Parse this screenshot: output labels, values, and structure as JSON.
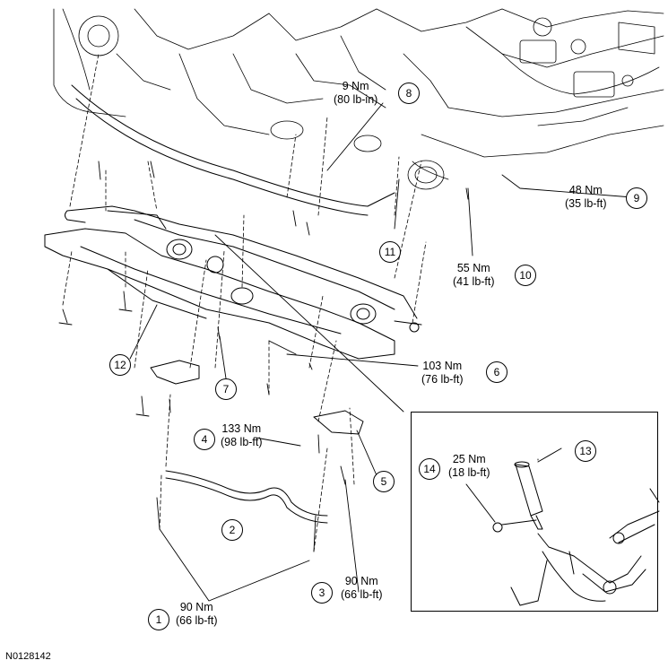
{
  "figure_id": "N0128142",
  "callouts": [
    {
      "num": "1",
      "torque_nm": "90 Nm",
      "torque_imp": "(66 lb-ft)"
    },
    {
      "num": "2"
    },
    {
      "num": "3",
      "torque_nm": "90 Nm",
      "torque_imp": "(66 lb-ft)"
    },
    {
      "num": "4",
      "torque_nm": "133 Nm",
      "torque_imp": "(98 lb-ft)"
    },
    {
      "num": "5"
    },
    {
      "num": "6",
      "torque_nm": "103 Nm",
      "torque_imp": "(76 lb-ft)"
    },
    {
      "num": "7"
    },
    {
      "num": "8",
      "torque_nm": "9 Nm",
      "torque_imp": "(80 lb-in)"
    },
    {
      "num": "9",
      "torque_nm": "48 Nm",
      "torque_imp": "(35 lb-ft)"
    },
    {
      "num": "10",
      "torque_nm": "55 Nm",
      "torque_imp": "(41 lb-ft)"
    },
    {
      "num": "11"
    },
    {
      "num": "12"
    },
    {
      "num": "13"
    },
    {
      "num": "14",
      "torque_nm": "25 Nm",
      "torque_imp": "(18 lb-ft)"
    }
  ]
}
